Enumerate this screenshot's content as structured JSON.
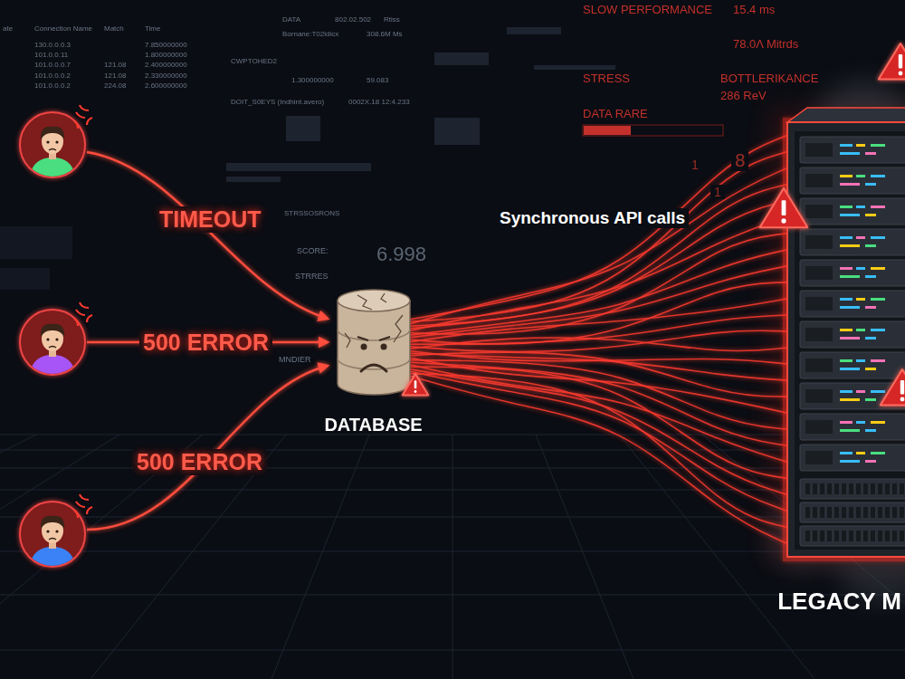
{
  "diagram": {
    "nodes": [
      {
        "text": [
          "DATABASE"
        ]
      },
      {
        "text": [
          "LEGACY M"
        ]
      }
    ],
    "edges": [
      {
        "from": 0,
        "to": 1,
        "arrow": "none",
        "label": "Synchronous API calls"
      }
    ],
    "labels": [
      "TIMEOUT",
      "500 ERROR",
      "500 ERROR",
      "SLOW PERFORMANCE",
      "15.4 ms",
      "78.0Λ Mitrds",
      "STRESS",
      "BOTTLERIKANCE",
      "286 ReV",
      "DATA RARE",
      "8",
      "1",
      "1",
      "SCORE:",
      "6.998",
      "STRRES",
      "MNDIER",
      "STRSSOSRONS",
      "DATA",
      "802.02.502",
      "Rtiss",
      "Bornane:T02ldicx",
      "308.6M Ms",
      "CWPTOHED2",
      "1.300000000",
      "59.083",
      "DOIT_S0EYS (Indhint.avero)",
      "0002X.18 12:4.233",
      "ate",
      "Connection Name",
      "Match",
      "Time",
      "130.0.0.0.3",
      "7.850000000",
      "101.0.0.11",
      "1.800000000",
      "101.0.0.0.7",
      "121.08",
      "2.400000000",
      "101.0.0.0.2",
      "121.08",
      "2.330000000",
      "101.0.0.0.2",
      "224.08",
      "2.600000000"
    ]
  }
}
